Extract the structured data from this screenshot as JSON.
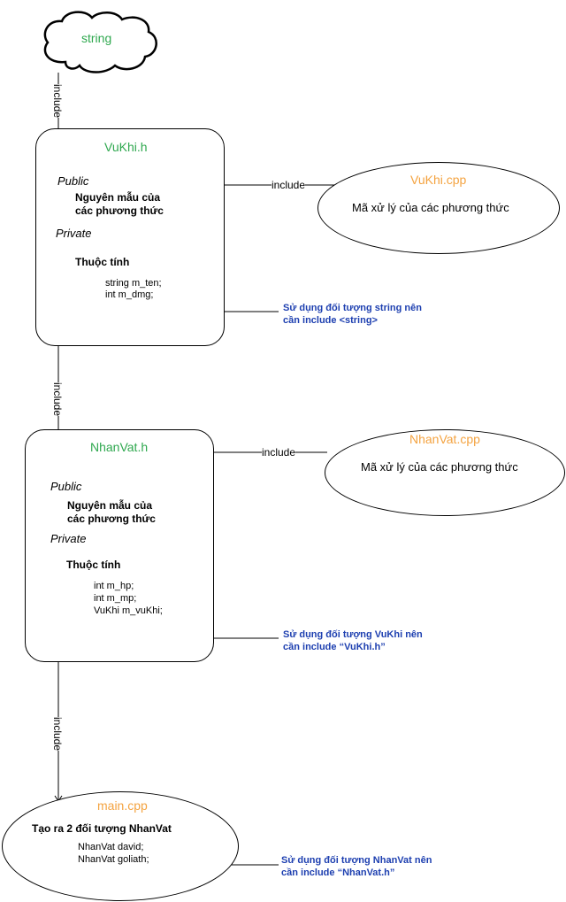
{
  "cloud": {
    "label": "string"
  },
  "edges": {
    "include_label": "include"
  },
  "vukhi_h": {
    "title": "VuKhi.h",
    "public_label": "Public",
    "methods_line1": "Nguyên mẫu của",
    "methods_line2": "các phương thức",
    "private_label": "Private",
    "attributes_label": "Thuộc tính",
    "attrs": [
      "string m_ten;",
      "int m_dmg;"
    ]
  },
  "vukhi_cpp": {
    "title": "VuKhi.cpp",
    "body": "Mã xử lý của các phương thức"
  },
  "note_vukhi": {
    "line1": "Sử dụng đối tượng string nên",
    "line2": "cần include <string>"
  },
  "nhanvat_h": {
    "title": "NhanVat.h",
    "public_label": "Public",
    "methods_line1": "Nguyên mẫu của",
    "methods_line2": "các phương thức",
    "private_label": "Private",
    "attributes_label": "Thuộc tính",
    "attrs": [
      "int m_hp;",
      "int m_mp;",
      "VuKhi m_vuKhi;"
    ]
  },
  "nhanvat_cpp": {
    "title": "NhanVat.cpp",
    "body": "Mã xử lý của các phương thức"
  },
  "note_nhanvat": {
    "line1": "Sử dụng đối tượng VuKhi nên",
    "line2": "cần include “VuKhi.h”"
  },
  "main_cpp": {
    "title": "main.cpp",
    "heading": "Tạo ra 2 đối tượng NhanVat",
    "lines": [
      "NhanVat david;",
      "NhanVat goliath;"
    ]
  },
  "note_main": {
    "line1": "Sử dụng đối tượng NhanVat nên",
    "line2": "cần include “NhanVat.h”"
  }
}
